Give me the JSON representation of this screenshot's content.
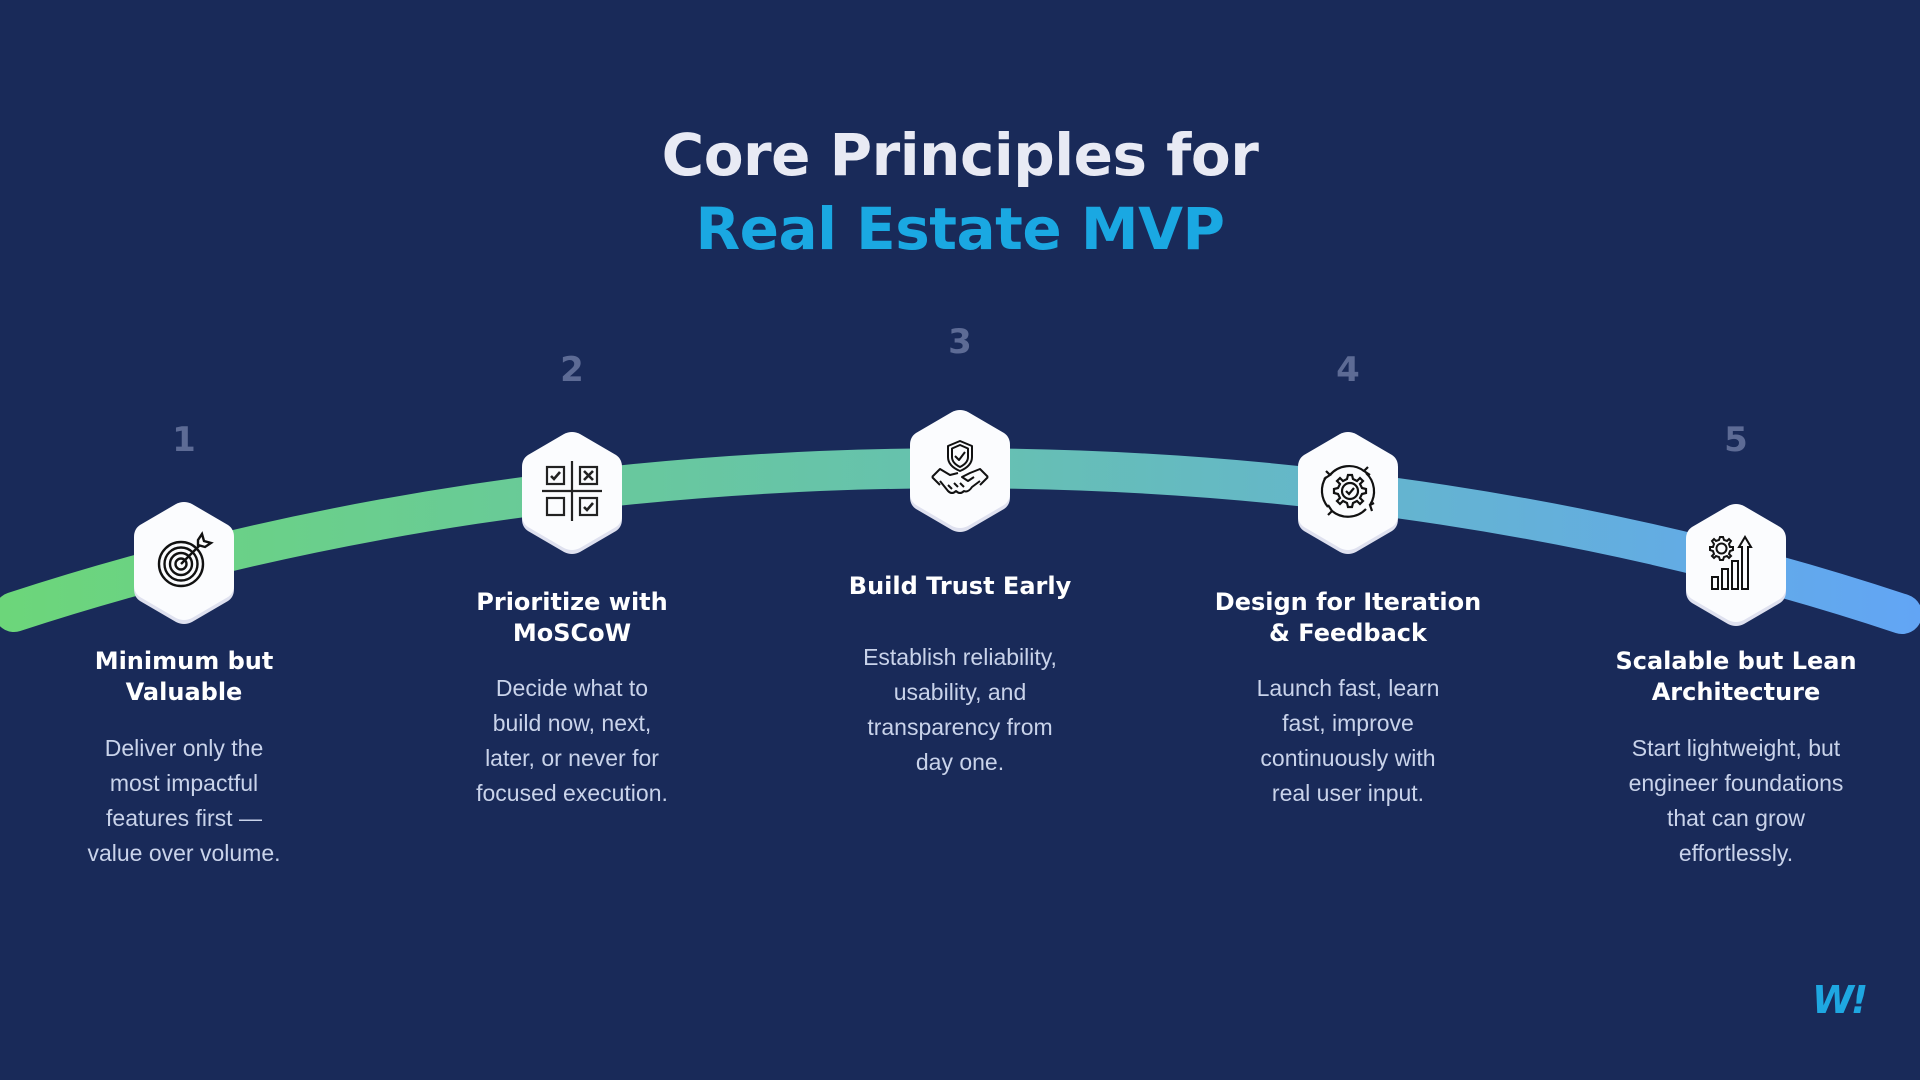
{
  "header": {
    "title_line1": "Core Principles for",
    "title_line2": "Real Estate MVP"
  },
  "colors": {
    "background": "#192a59",
    "title": "#e8eaf4",
    "accent": "#1aa8e2",
    "number": "#5d6b95",
    "arc_start": "#6cd67a",
    "arc_mid": "#66c1b0",
    "arc_end": "#62a5f5"
  },
  "steps": [
    {
      "number": "1",
      "icon": "target-icon",
      "title_line1": "Minimum but",
      "title_line2": "Valuable",
      "desc": [
        "Deliver only the",
        "most impactful",
        "features first —",
        "value over volume."
      ]
    },
    {
      "number": "2",
      "icon": "moscow-matrix-icon",
      "title_line1": "Prioritize with",
      "title_line2": "MoSCoW",
      "desc": [
        "Decide what to",
        "build now, next,",
        "later, or never for",
        "focused execution."
      ]
    },
    {
      "number": "3",
      "icon": "trust-handshake-shield-icon",
      "title_line1": "Build Trust Early",
      "title_line2": "",
      "desc": [
        "Establish reliability,",
        "usability, and",
        "transparency from",
        "day one."
      ]
    },
    {
      "number": "4",
      "icon": "iteration-gear-cycle-icon",
      "title_line1": "Design for Iteration",
      "title_line2": "& Feedback",
      "desc": [
        "Launch fast, learn",
        "fast, improve",
        "continuously with",
        "real user input."
      ]
    },
    {
      "number": "5",
      "icon": "scalable-growth-chart-icon",
      "title_line1": "Scalable but Lean",
      "title_line2": "Architecture",
      "desc": [
        "Start lightweight, but",
        "engineer foundations",
        "that can grow",
        "effortlessly."
      ]
    }
  ],
  "logo": {
    "text": "W!"
  }
}
